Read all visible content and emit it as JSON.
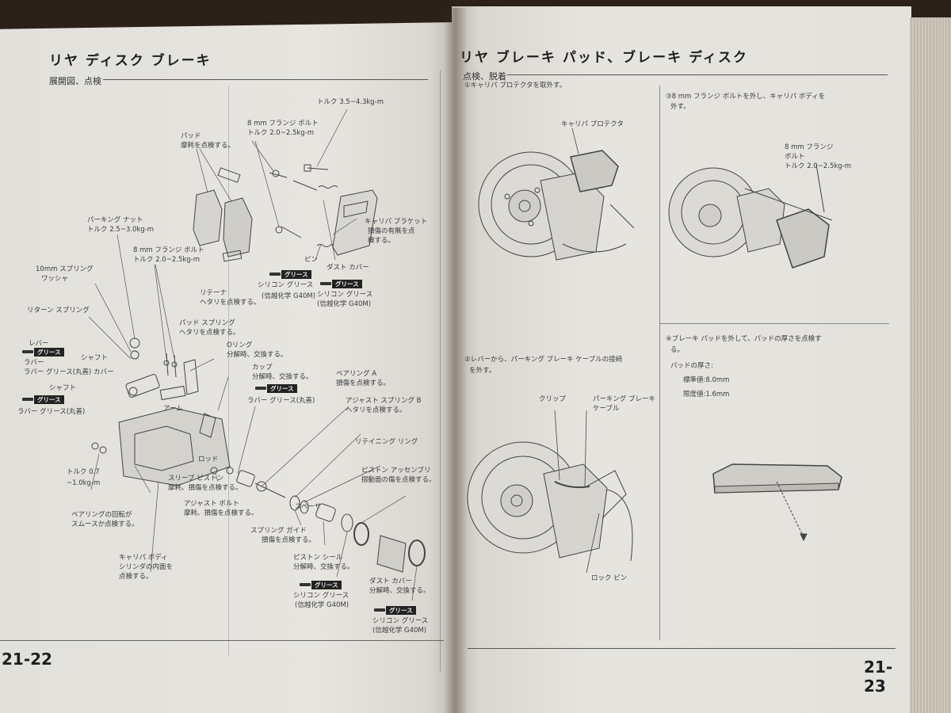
{
  "left_page": {
    "title": "リヤ ディスク ブレーキ",
    "subtitle": "展開図、点検",
    "page_number": "21-22",
    "labels": {
      "torque_upper": "トルク 3.5~4.3kg-m",
      "flange_bolt_top_1": "8 mm フランジ ボルト",
      "flange_bolt_top_2": "トルク 2.0~2.5kg-m",
      "pad_1": "パッド",
      "pad_2": "摩耗を点検する。",
      "bracket_1": "キャリパ ブラケット",
      "bracket_2": "損傷の有無を点",
      "bracket_3": "検する。",
      "pin": "ピン",
      "dust_cover_top": "ダスト カバー",
      "silicone_a_1": "シリコン グリース",
      "silicone_a_2": "(信越化学 G40M)",
      "silicone_b_1": "シリコン グリース",
      "silicone_b_2": "(信越化学 G40M)",
      "parking_nut_1": "パーキング ナット",
      "parking_nut_2": "トルク 2.5~3.0kg-m",
      "flange_bolt_mid_1": "8 mm フランジ ボルト",
      "flange_bolt_mid_2": "トルク 2.0~2.5kg-m",
      "spring_washer_1": "10mm スプリング",
      "spring_washer_2": "ワッシャ",
      "retainer_1": "リテーナ",
      "retainer_2": "ヘタリを点検する。",
      "return_spring": "リターン スプリング",
      "pad_spring_1": "パッド スプリング",
      "pad_spring_2": "ヘタリを点検する。",
      "lever": "レバー",
      "shaft_1": "シャフト",
      "rubber_grease_cover": "ラバー グリース(丸善) カバー",
      "rubber_pre": "ラバー",
      "shaft_2": "シャフト",
      "rubber_grease_2": "ラバー グリース(丸善)",
      "o_ring_1": "Oリング",
      "o_ring_2": "分解時、交換する。",
      "cup_1": "カップ",
      "cup_2": "分解時、交換する。",
      "rubber_grease_3": "ラバー グリース(丸善)",
      "bearing_a_1": "ベアリング A",
      "bearing_a_2": "損傷を点検する。",
      "arm": "アーム",
      "adjust_spring_1": "アジャスト スプリング B",
      "adjust_spring_2": "ヘタリを点検する。",
      "retaining_ring": "リテイニング リング",
      "torque_low_1": "トルク 0.7",
      "torque_low_2": "~1.0kg-m",
      "rod": "ロッド",
      "sleeve_piston_1": "スリーブ ピストン",
      "sleeve_piston_2": "摩耗、損傷を点検する。",
      "piston_assy_1": "ピストン アッセンブリ",
      "piston_assy_2": "摺動面の傷を点検する。",
      "bearing_rot_1": "ベアリングの回転が",
      "bearing_rot_2": "スムースか点検する。",
      "adjust_bolt_1": "アジャスト ボルト",
      "adjust_bolt_2": "摩耗、損傷を点検する。",
      "spacer": "スペーサ",
      "spring_guide_1": "スプリング ガイド",
      "spring_guide_2": "損傷を点検する。",
      "caliper_body_1": "キャリパ ボディ",
      "caliper_body_2": "シリンダの内面を",
      "caliper_body_3": "点検する。",
      "piston_seal_1": "ピストン シール",
      "piston_seal_2": "分解時、交換する。",
      "dust_cover_low_1": "ダスト カバー",
      "dust_cover_low_2": "分解時、交換する。",
      "silicone_c_1": "シリコン グリース",
      "silicone_c_2": "(信越化学 G40M)",
      "silicone_d_1": "シリコン グリース",
      "silicone_d_2": "(信越化学 G40M)"
    },
    "grease_tag": "グリース"
  },
  "right_page": {
    "title": "リヤ ブレーキ パッド、ブレーキ ディスク",
    "subtitle": "点検、脱着",
    "page_number": "21-23",
    "steps": {
      "step1": "①キャリパ プロテクタを取外す。",
      "step2_1": "②レバーから、パーキング ブレーキ ケーブルの接続",
      "step2_2": "を外す。",
      "step3": "③8 mm フランジ ボルトを外し、キャリパ ボディを",
      "step3_2": "外す。",
      "step4_1": "④ブレーキ パッドを外して、パッドの厚さを点検す",
      "step4_2": "る。",
      "pad_thickness": "パッドの厚さ:",
      "standard": "標準値:8.0mm",
      "limit": "限度値:1.6mm"
    },
    "labels": {
      "caliper_protector": "キャリパ プロテクタ",
      "flange_bolt_1": "8 mm フランジ",
      "flange_bolt_2": "ボルト",
      "flange_bolt_3": "トルク 2.0~2.5kg-m",
      "clip": "クリップ",
      "parking_cable_1": "パーキング ブレーキ",
      "parking_cable_2": "ケーブル",
      "lock_pin": "ロック ピン"
    }
  }
}
